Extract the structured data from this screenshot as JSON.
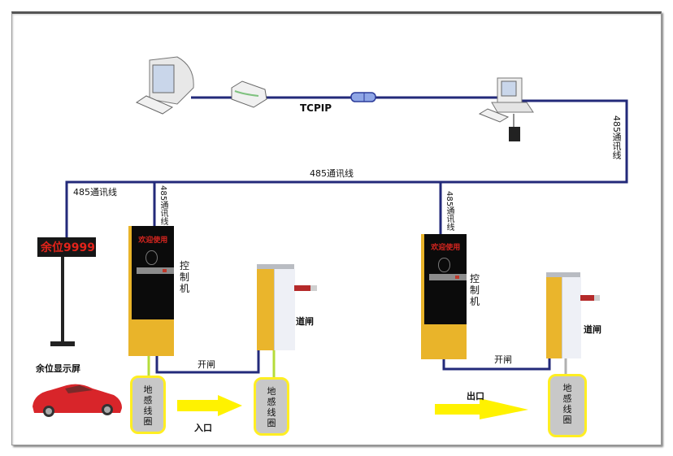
{
  "diagram": {
    "colors": {
      "comm_line": "#232a7a",
      "loop_wire": "#b5dc3a",
      "loop_fill": "#c8c8c8",
      "loop_border": "#ffee22",
      "arrow": "#fff200",
      "kiosk_body": "#e9b42a",
      "kiosk_panel": "#0b0b0b",
      "sign_text": "#e2231a",
      "car": "#d8252a"
    },
    "network": {
      "tcpip_label": "TCPIP",
      "nodes": [
        {
          "id": "pc-left",
          "type": "computer",
          "label": ""
        },
        {
          "id": "switch",
          "type": "network-switch",
          "label": ""
        },
        {
          "id": "converter",
          "type": "converter",
          "label": ""
        },
        {
          "id": "pc-right",
          "type": "computer",
          "label": ""
        }
      ]
    },
    "lines": {
      "rs485_right_vertical": "485通讯线",
      "rs485_bus": "485通讯线",
      "rs485_to_sign": "485通讯线",
      "rs485_to_entry_controller": "485通讯线",
      "rs485_to_exit_controller": "485通讯线"
    },
    "sign": {
      "display_text": "余位9999",
      "label": "余位显示屏"
    },
    "entry": {
      "controller_screen_text": "欢迎使用",
      "controller_label": "控制机",
      "gate_label": "道闸",
      "open_signal_label": "开闸",
      "loop1_label": "地感线圈",
      "loop2_label": "地感线圈",
      "direction_label": "入口"
    },
    "exit": {
      "controller_screen_text": "欢迎使用",
      "controller_label": "控制机",
      "gate_label": "道闸",
      "open_signal_label": "开闸",
      "loop_label": "地感线圈",
      "direction_label": "出口"
    }
  }
}
